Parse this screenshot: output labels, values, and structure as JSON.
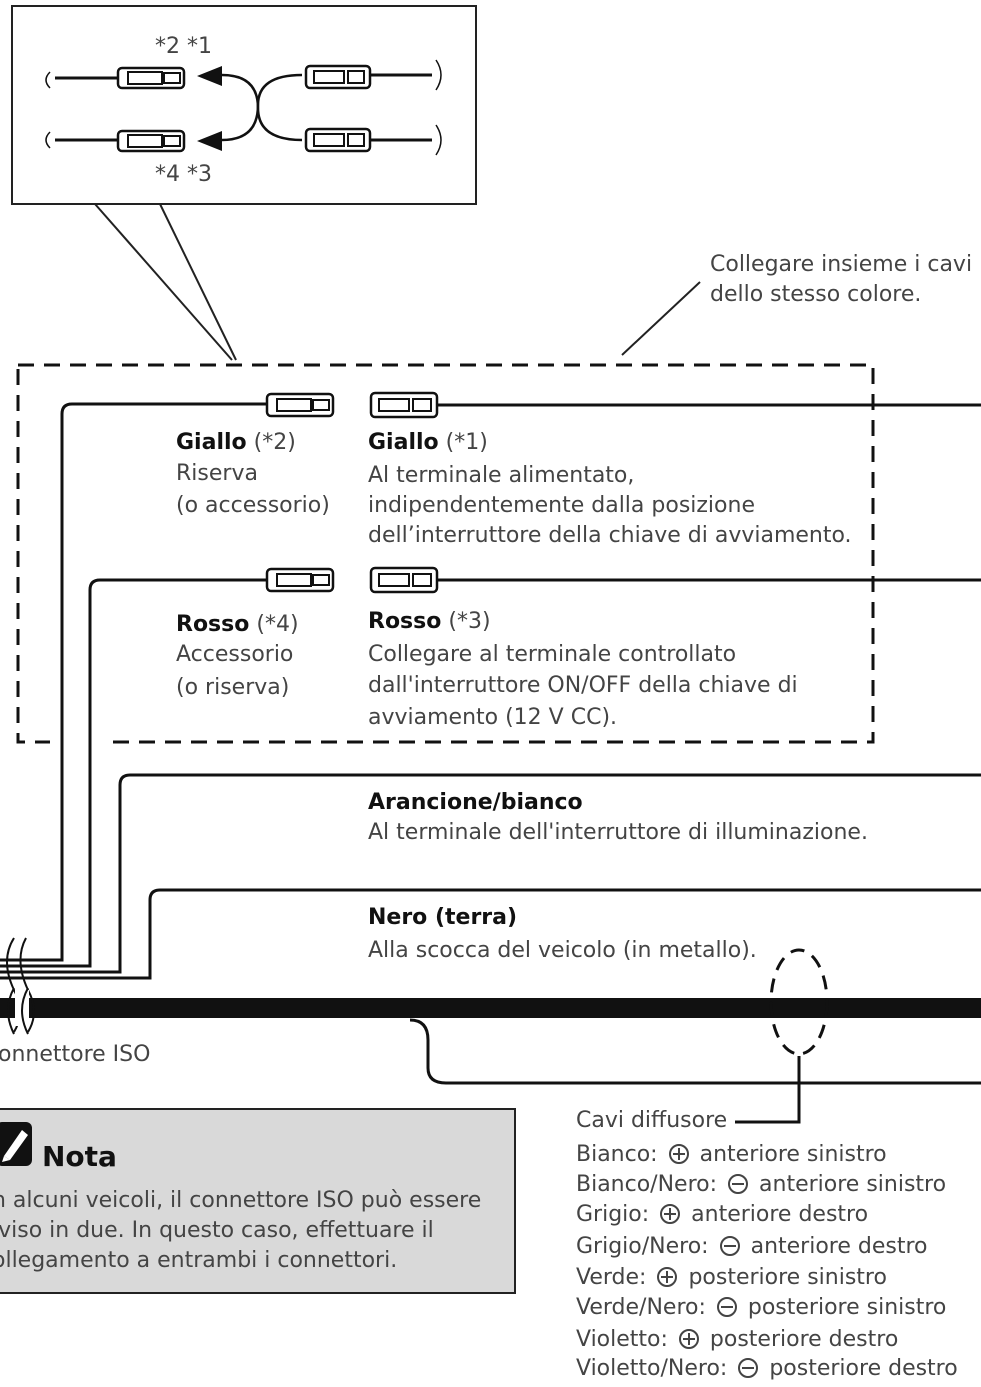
{
  "inset": {
    "top_labels": "*2 *1",
    "bottom_labels": "*4 *3"
  },
  "callout": {
    "line1": "Collegare insieme i cavi",
    "line2": "dello stesso colore."
  },
  "wires": {
    "giallo2": {
      "name": "Giallo",
      "tag": "(*2)",
      "line1": "Riserva",
      "line2": "(o accessorio)"
    },
    "giallo1": {
      "name": "Giallo",
      "tag": "(*1)",
      "line1": "Al terminale alimentato,",
      "line2": "indipendentemente dalla posizione",
      "line3": "dell’interruttore della chiave di avviamento."
    },
    "rosso4": {
      "name": "Rosso",
      "tag": "(*4)",
      "line1": "Accessorio",
      "line2": "(o riserva)"
    },
    "rosso3": {
      "name": "Rosso",
      "tag": "(*3)",
      "line1": "Collegare al terminale controllato",
      "line2": "dall'interruttore ON/OFF della chiave di",
      "line3": "avviamento (12 V CC)."
    },
    "arancione": {
      "name": "Arancione/bianco",
      "desc": "Al terminale dell'interruttore di illuminazione."
    },
    "nero": {
      "name": "Nero (terra)",
      "desc": "Alla scocca del veicolo (in metallo)."
    }
  },
  "iso_label": "onnettore ISO",
  "nota": {
    "title": "Nota",
    "line1": "n alcuni veicoli, il connettore ISO può essere",
    "line2": "iviso in due. In questo caso, effettuare il",
    "line3": "ollegamento a entrambi i connettori."
  },
  "speakers": {
    "title": "Cavi diffusore",
    "items": [
      {
        "color": "Bianco:",
        "sign": "plus",
        "text": "anteriore sinistro"
      },
      {
        "color": "Bianco/Nero:",
        "sign": "minus",
        "text": "anteriore sinistro"
      },
      {
        "color": "Grigio:",
        "sign": "plus",
        "text": "anteriore destro"
      },
      {
        "color": "Grigio/Nero:",
        "sign": "minus",
        "text": "anteriore destro"
      },
      {
        "color": "Verde:",
        "sign": "plus",
        "text": "posteriore sinistro"
      },
      {
        "color": "Verde/Nero:",
        "sign": "minus",
        "text": "posteriore sinistro"
      },
      {
        "color": "Violetto:",
        "sign": "plus",
        "text": "posteriore destro"
      },
      {
        "color": "Violetto/Nero:",
        "sign": "minus",
        "text": "posteriore destro"
      }
    ]
  },
  "colors": {
    "line": "#111111",
    "text": "#444444",
    "note_bg": "#d9d9d9"
  }
}
